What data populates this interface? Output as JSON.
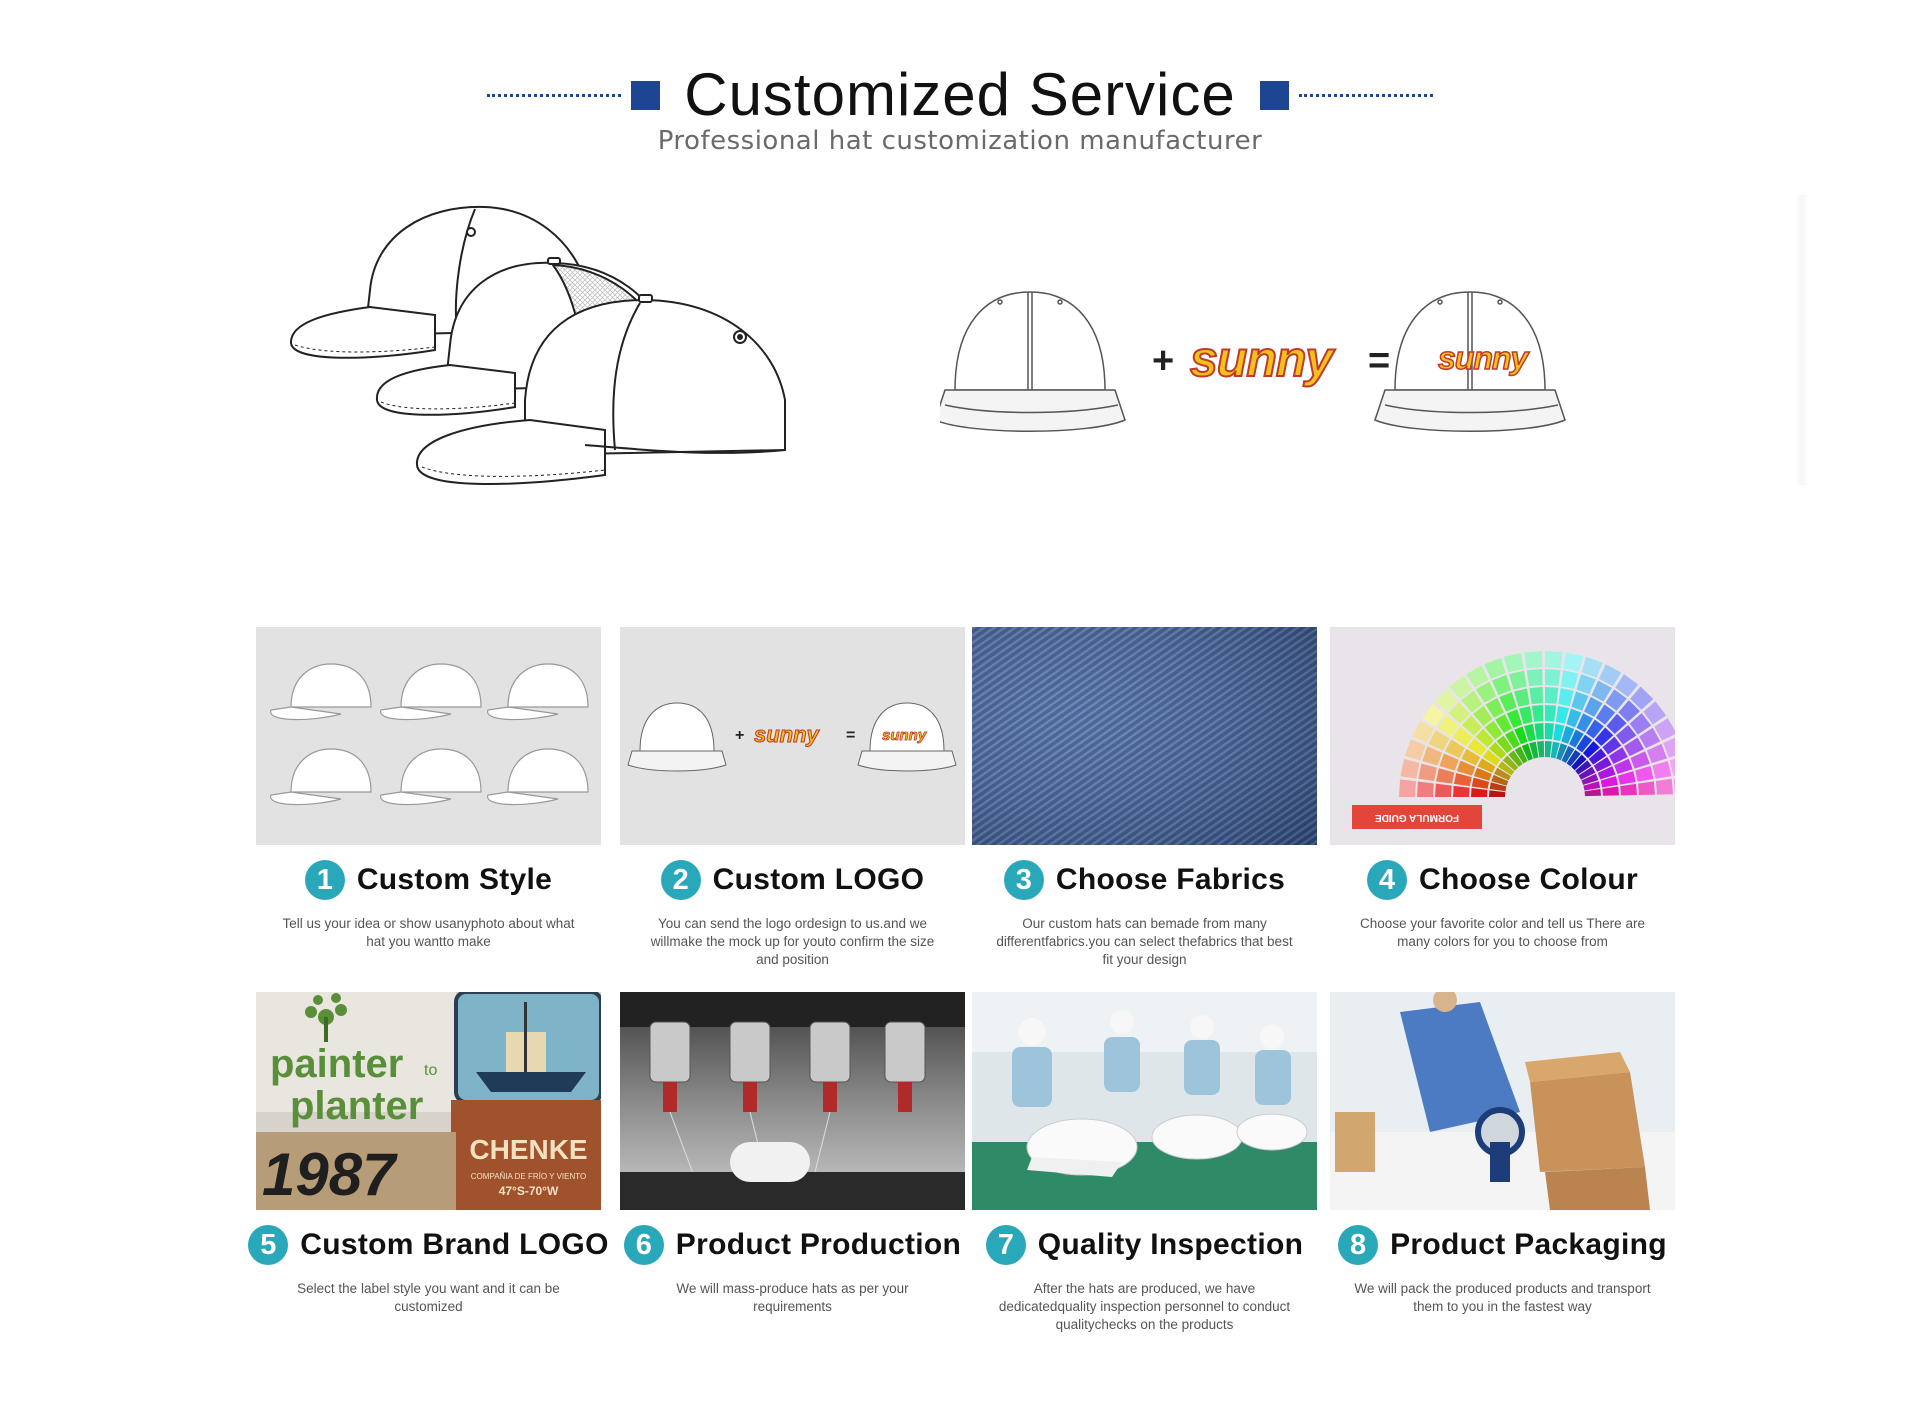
{
  "header": {
    "title": "Customized Service",
    "subtitle": "Professional hat customization manufacturer"
  },
  "hero": {
    "logo_text": "sunny",
    "plus": "+",
    "equals": "="
  },
  "steps": [
    {
      "num": "1",
      "title": "Custom Style",
      "desc": [
        "Tell us your idea or show usanyphoto about what",
        "hat you wantto make"
      ]
    },
    {
      "num": "2",
      "title": "Custom LOGO",
      "desc": [
        "You can send the logo ordesign to us.and we",
        "willmake the mock up for youto confirm the size",
        "and position"
      ]
    },
    {
      "num": "3",
      "title": "Choose Fabrics",
      "desc": [
        "Our custom hats can bemade from many",
        "differentfabrics.you can select thefabrics that best",
        "fit your design"
      ]
    },
    {
      "num": "4",
      "title": "Choose Colour",
      "desc": [
        "Choose your favorite color and tell us There are",
        "many colors for you to choose from"
      ]
    },
    {
      "num": "5",
      "title": "Custom Brand LOGO",
      "desc": [
        "Select the label style you want and it can be",
        "customized"
      ]
    },
    {
      "num": "6",
      "title": "Product Production",
      "desc": [
        "We will mass-produce hats as per your",
        "requirements"
      ]
    },
    {
      "num": "7",
      "title": "Quality Inspection",
      "desc": [
        "After the hats are produced, we have",
        "dedicatedquality inspection personnel to conduct",
        "qualitychecks on the products"
      ]
    },
    {
      "num": "8",
      "title": "Product Packaging",
      "desc": [
        "We will pack the produced products and transport",
        "them to you in the fastest way"
      ]
    }
  ],
  "images": {
    "logo_text": "sunny",
    "fan_label": "FORMULA GUIDE",
    "patch_brand_1": "painter",
    "patch_brand_2": "planter",
    "patch_to": "to",
    "patch_year": "1987",
    "patch_leather": "CHENKE",
    "patch_leather_sub": "COMPAÑIA DE FRÍO Y VIENTO",
    "patch_leather_coords": "47°S-70°W"
  },
  "colors": {
    "accent": "#1e4592",
    "badge": "#29a8b9",
    "logo_yellow": "#f2c21b",
    "logo_red": "#d23a3a"
  }
}
